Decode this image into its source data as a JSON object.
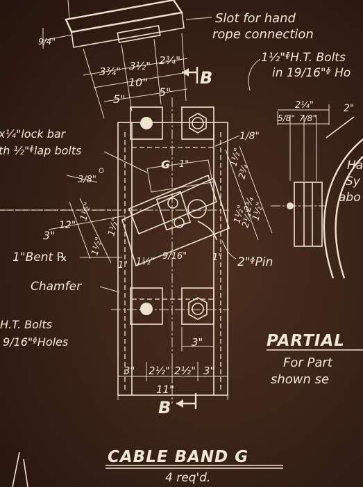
{
  "drawing": {
    "title": "CABLE BAND G",
    "subtitle": "4 req'd.",
    "partial_title": "PARTIAL",
    "partial_note_1": "For Part",
    "partial_note_2": "shown se",
    "callouts": {
      "slot_1": "Slot for hand",
      "slot_2": "rope connection",
      "bolts_top_1": "1½\"ᶲH.T. Bolts",
      "bolts_top_2": "in 19/16\"ᶲ Ho",
      "lock_bar_1": "x¼\"lock bar",
      "lock_bar_2": "th ½\"ᶲlap bolts",
      "bent_plate": "1\"Bent ℞",
      "pin": "2\"ᶲPin",
      "chamfer": "Chamfer",
      "bolts_left_1": "H.T. Bolts",
      "bolts_left_2": "9/16\"ᶲHoles",
      "right_1": "Ha",
      "right_2": "Sy",
      "right_3": "abo"
    },
    "section_marks": {
      "top": "B",
      "bottom": "B",
      "g_label": "G"
    },
    "dimensions": {
      "d_9_4": "9/4\"",
      "d_3_3_4": "3¾\"",
      "d_3_1_2_top": "3½\"",
      "d_2_3_4_top": "2¾\"",
      "d_10": "10\"",
      "d_5a": "5\"",
      "d_5b": "5\"",
      "d_2_1_4": "2¼\"",
      "d_5_8": "5/8\"",
      "d_7_8": "7/8\"",
      "d_1_8": "1/8\"",
      "d_3_8": "3/8\"",
      "d_1_pp": "1\"",
      "d_1_1_2_a": "1½\"",
      "d_2_3_4_a": "2¾",
      "d_2_3_4_b": "2¾",
      "d_1_1_2_b": "1½\"",
      "d_1_1_2_c": "1½\"",
      "d_2_1_4_b": "2¼\"",
      "d_3": "3\"",
      "d_12": "12\"",
      "d_1_1_2_left": "1½\"",
      "d_1_1_2_d": "1½\"",
      "d_1_1_2_e": "1½\"",
      "d_1_a": "1\"",
      "d_1_1_2_f": "1½\"",
      "d_9_16": "9/16\"",
      "d_1_b": "1\"",
      "d_3_mid": "3\"",
      "b_3a": "3\"",
      "b_2_1_2a": "2½\"",
      "b_2_1_2b": "2½\"",
      "b_3b": "3\"",
      "b_11": "11\"",
      "corner_2": "2\""
    }
  }
}
